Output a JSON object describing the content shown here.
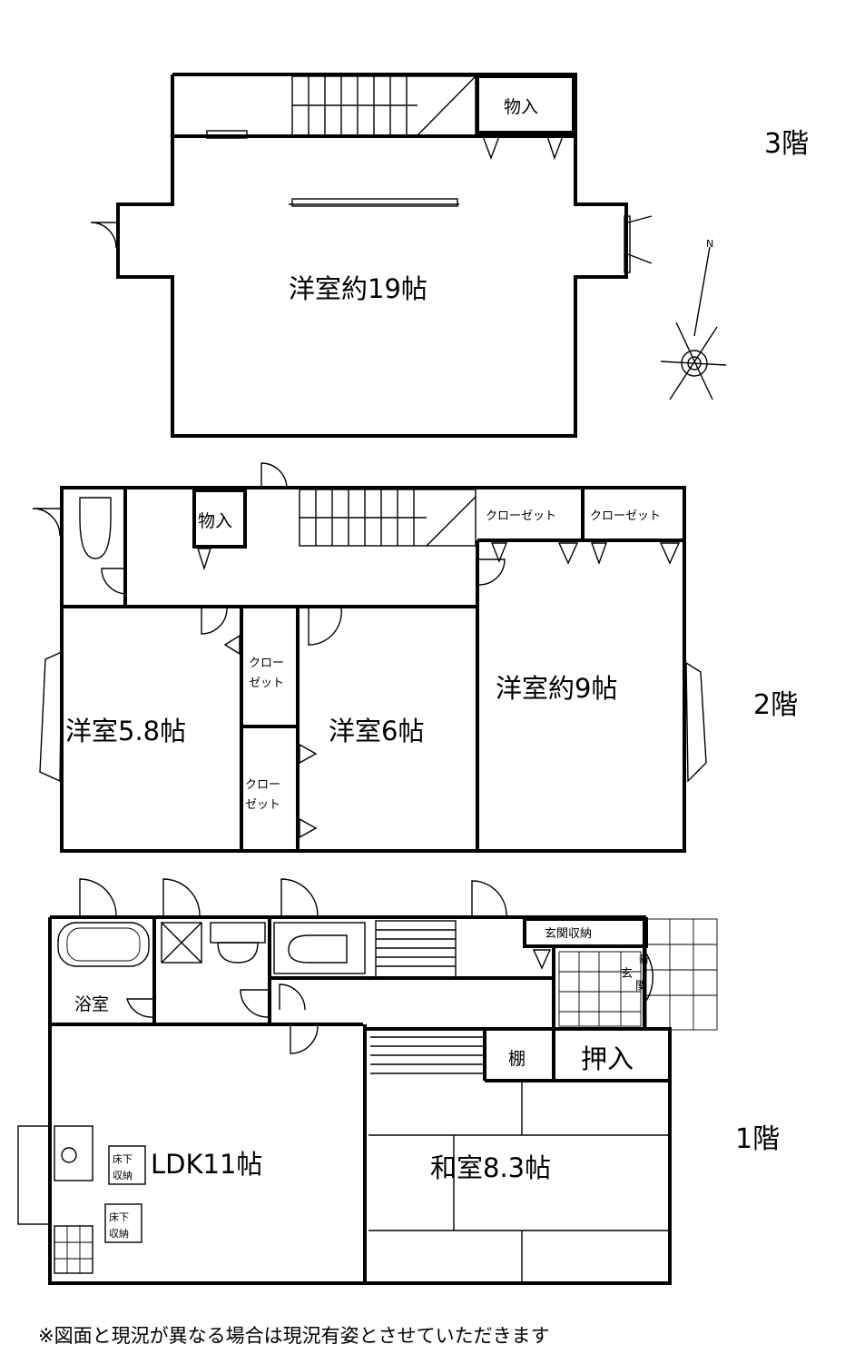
{
  "floors": {
    "third": {
      "label": "3階",
      "rooms": {
        "main": "洋室約19帖",
        "storage": "物入"
      }
    },
    "second": {
      "label": "2階",
      "rooms": {
        "room_a": "洋室5.8帖",
        "room_b": "洋室6帖",
        "room_c": "洋室約9帖",
        "storage": "物入",
        "closet_1": "クローゼット",
        "closet_2": "クローゼット",
        "closet_small_1": [
          "クロー",
          "ゼット"
        ],
        "closet_small_2": [
          "クロー",
          "ゼット"
        ]
      }
    },
    "first": {
      "label": "1階",
      "rooms": {
        "ldk": "LDK11帖",
        "japanese": "和室8.3帖",
        "bath": "浴室",
        "entrance_storage": "玄関収納",
        "entrance": [
          "玄",
          "関"
        ],
        "new_mark": "新",
        "shelf": "棚",
        "oshiire": "押入",
        "underfloor_1": [
          "床下",
          "収納"
        ],
        "underfloor_2": [
          "床下",
          "収納"
        ]
      }
    }
  },
  "compass": {
    "north": "N"
  },
  "note": "※図面と現況が異なる場合は現況有姿とさせていただきます"
}
